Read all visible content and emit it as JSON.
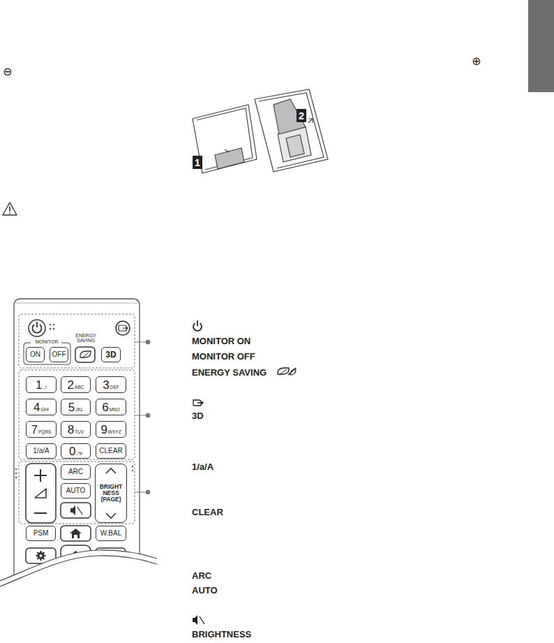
{
  "diagram": {
    "nodes": [
      {
        "text": [
          "1"
        ]
      },
      {
        "text": [
          "2"
        ]
      },
      {
        "text": [
          "ON"
        ]
      },
      {
        "text": [
          "OFF"
        ]
      },
      {
        "text": [
          "3D"
        ]
      },
      {
        "text": [
          "1",
          ".,!"
        ]
      },
      {
        "text": [
          "2",
          "ABC"
        ]
      },
      {
        "text": [
          "3",
          "DEF"
        ]
      },
      {
        "text": [
          "4",
          "GHI"
        ]
      },
      {
        "text": [
          "5",
          "JKL"
        ]
      },
      {
        "text": [
          "6",
          "MNO"
        ]
      },
      {
        "text": [
          "7",
          "PQRS"
        ]
      },
      {
        "text": [
          "8",
          "TUV"
        ]
      },
      {
        "text": [
          "9",
          "WXYZ"
        ]
      },
      {
        "text": [
          "1/a/A"
        ]
      },
      {
        "text": [
          "0",
          "-*#"
        ]
      },
      {
        "text": [
          "CLEAR"
        ]
      },
      {
        "text": [
          "ARC"
        ]
      },
      {
        "text": [
          "AUTO"
        ]
      },
      {
        "text": [
          "BRIGHT NESS (PAGE)"
        ]
      },
      {
        "text": [
          "PSM"
        ]
      },
      {
        "text": [
          "W.BAL"
        ]
      }
    ],
    "labels": [
      "⊕",
      "⊖",
      "MONITOR",
      "ENERGY SAVING",
      "MONITOR ON",
      "MONITOR OFF",
      "ENERGY SAVING",
      "3D",
      "1/a/A",
      "CLEAR",
      "ARC",
      "AUTO",
      "BRIGHTNESS"
    ]
  }
}
